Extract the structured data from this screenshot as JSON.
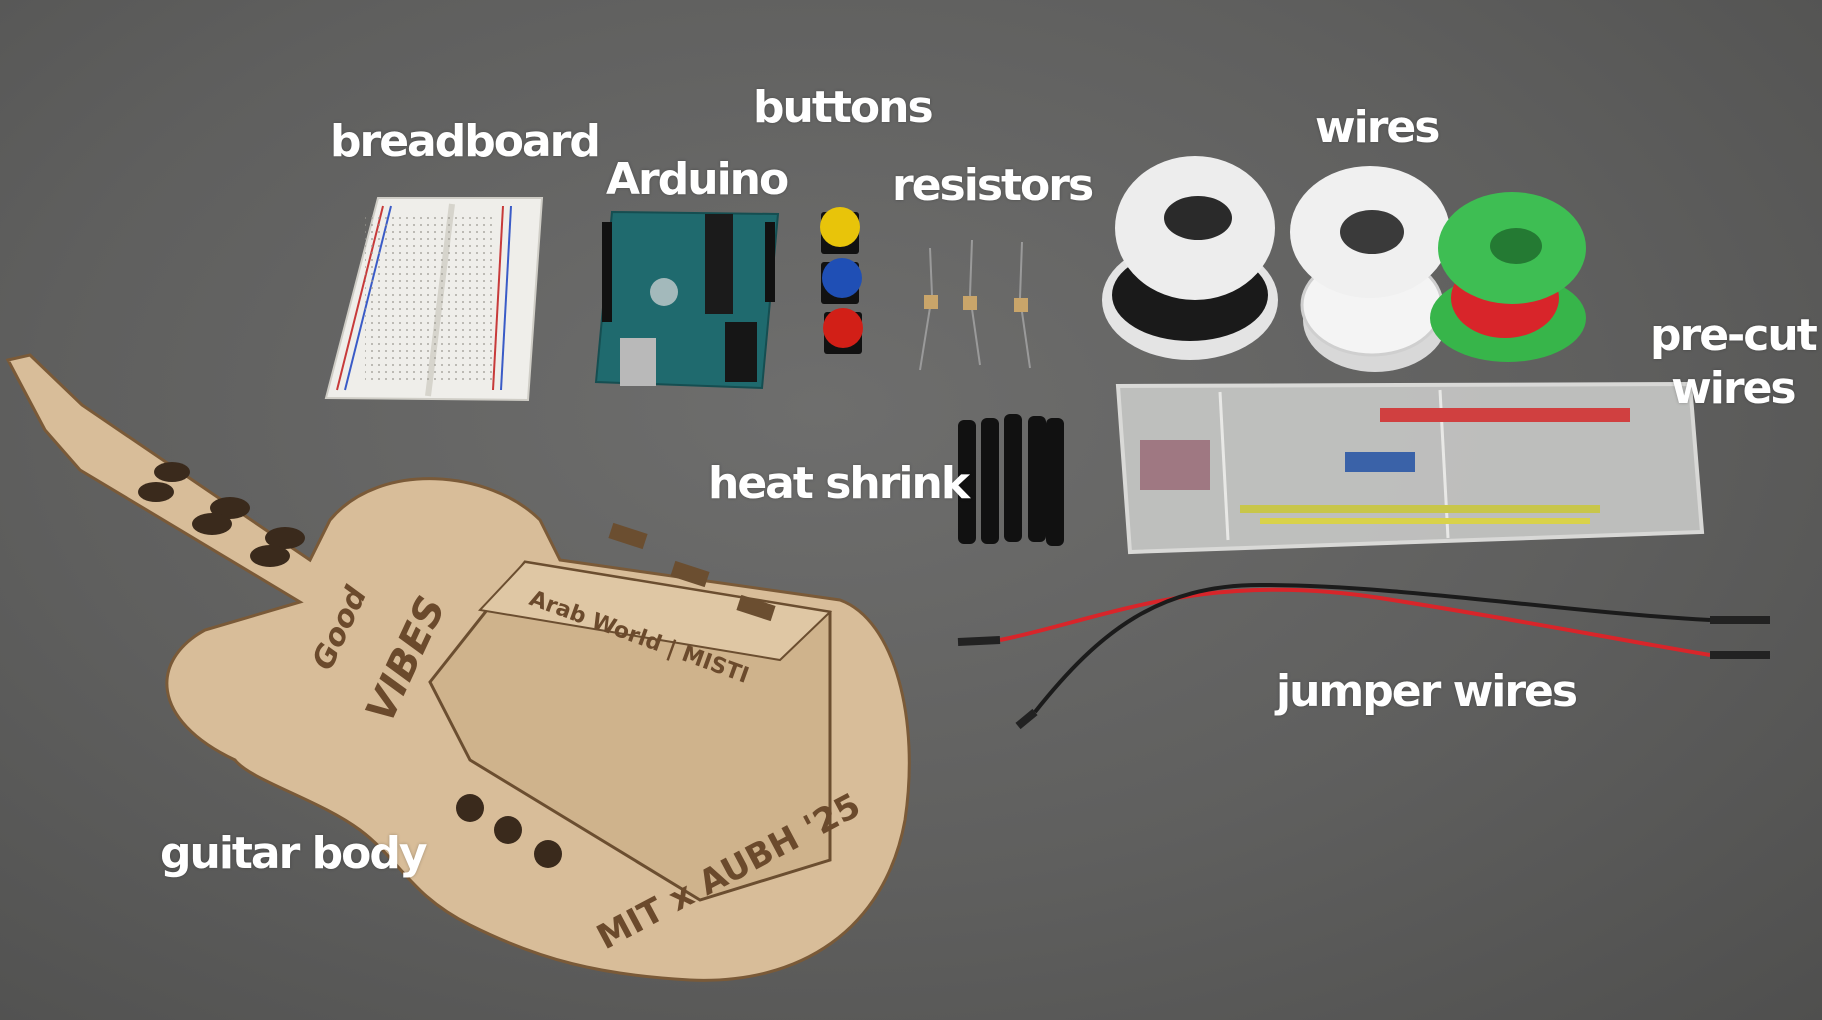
{
  "labels": {
    "breadboard": "breadboard",
    "arduino": "Arduino",
    "buttons": "buttons",
    "resistors": "resistors",
    "wires": "wires",
    "precut_line1": "pre-cut",
    "precut_line2": "wires",
    "heat_shrink": "heat shrink",
    "jumper_wires": "jumper wires",
    "guitar_body": "guitar body"
  },
  "engravings": {
    "box_brand": "Arab World | MISTI",
    "good_vibes_1": "Good",
    "good_vibes_2": "VIBES",
    "event": "MIT x AUBH '25"
  },
  "colors": {
    "background": "#5f5f5e",
    "wood": "#d8bd99",
    "button_yellow": "#e8c40a",
    "button_blue": "#1f4fb5",
    "button_red": "#d21f17",
    "spool_green": "#37b54a",
    "wire_red": "#d8252a"
  }
}
